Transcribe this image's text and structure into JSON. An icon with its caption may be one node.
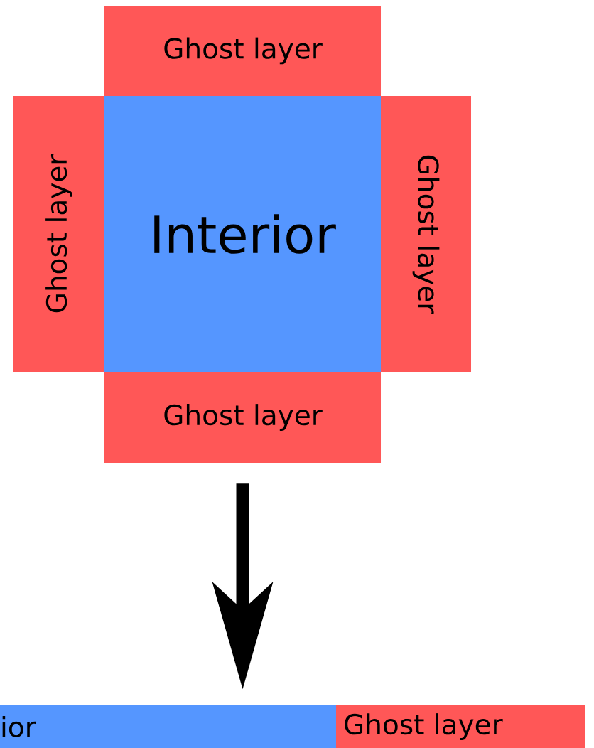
{
  "diagram": {
    "nodes": [
      {
        "text": [
          "Ghost layer"
        ]
      },
      {
        "text": [
          "Ghost layer"
        ]
      },
      {
        "text": [
          "Interior"
        ]
      },
      {
        "text": [
          "Ghost layer"
        ]
      },
      {
        "text": [
          "Ghost layer"
        ]
      },
      {
        "text": [
          "ior"
        ]
      },
      {
        "text": [
          "Ghost layer"
        ]
      }
    ],
    "edges": [
      {
        "from": 4,
        "to": 5,
        "arrow": "to"
      }
    ]
  }
}
